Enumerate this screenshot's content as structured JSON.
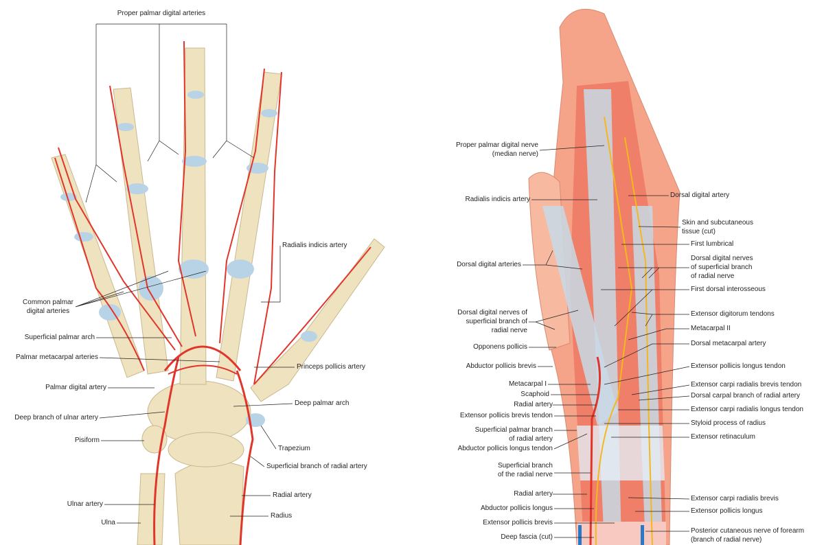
{
  "left_figure": {
    "labels": {
      "proper_palmar_digital_arteries": "Proper palmar digital arteries",
      "radialis_indicis_artery": "Radialis indicis artery",
      "common_palmar_digital_arteries_1": "Common palmar",
      "common_palmar_digital_arteries_2": "digital arteries",
      "superficial_palmar_arch": "Superficial palmar arch",
      "palmar_metacarpal_arteries": "Palmar metacarpal arteries",
      "princeps_pollicis_artery": "Princeps pollicis artery",
      "palmar_digital_artery": "Palmar digital artery",
      "deep_palmar_arch": "Deep palmar arch",
      "deep_branch_ulnar_artery": "Deep branch of ulnar artery",
      "pisiform": "Pisiform",
      "trapezium": "Trapezium",
      "superficial_branch_radial_artery": "Superficial branch of radial artery",
      "ulnar_artery": "Ulnar artery",
      "radial_artery": "Radial artery",
      "ulna": "Ulna",
      "radius": "Radius"
    }
  },
  "right_figure": {
    "labels": {
      "proper_palmar_digital_nerve_1": "Proper palmar digital nerve",
      "proper_palmar_digital_nerve_2": "(median nerve)",
      "radialis_indicis_artery": "Radialis indicis artery",
      "dorsal_digital_artery": "Dorsal digital artery",
      "skin_1": "Skin and subcutaneous",
      "skin_2": "tissue (cut)",
      "first_lumbrical": "First lumbrical",
      "dorsal_digital_arteries": "Dorsal digital arteries",
      "ddn_right_1": "Dorsal digital nerves",
      "ddn_right_2": "of superficial branch",
      "ddn_right_3": "of radial nerve",
      "first_dorsal_interosseous": "First dorsal interosseous",
      "ddn_left_1": "Dorsal digital nerves of",
      "ddn_left_2": "superficial branch of",
      "ddn_left_3": "radial nerve",
      "extensor_digitorum_tendons": "Extensor digitorum tendons",
      "metacarpal_ii": "Metacarpal II",
      "opponens_pollicis": "Opponens pollicis",
      "dorsal_metacarpal_artery": "Dorsal metacarpal artery",
      "abductor_pollicis_brevis": "Abductor pollicis brevis",
      "extensor_pollicis_longus_tendon": "Extensor pollicis longus tendon",
      "metacarpal_i": "Metacarpal I",
      "ecrb_tendon": "Extensor carpi radialis brevis tendon",
      "scaphoid": "Scaphoid",
      "dorsal_carpal_branch": "Dorsal carpal branch of radial artery",
      "radial_artery_1": "Radial artery",
      "ecrl_tendon": "Extensor carpi radialis longus tendon",
      "epb_tendon": "Extensor pollicis brevis tendon",
      "styloid_process": "Styloid process of radius",
      "spb_1": "Superficial palmar branch",
      "spb_2": "of radial artery",
      "extensor_retinaculum": "Extensor retinaculum",
      "apl_tendon": "Abductor pollicis longus tendon",
      "sbrn_1": "Superficial branch",
      "sbrn_2": "of the radial nerve",
      "radial_artery_2": "Radial artery",
      "ecrb": "Extensor carpi radialis brevis",
      "apl": "Abductor pollicis longus",
      "epl": "Extensor pollicis longus",
      "epb": "Extensor pollicis brevis",
      "deep_fascia": "Deep fascia (cut)",
      "pcn_1": "Posterior cutaneous nerve of forearm",
      "pcn_2": "(branch of radial nerve)"
    }
  },
  "colors": {
    "bone": "#efe2bf",
    "cartilage": "#b9d3e6",
    "artery": "#e2352a",
    "muscle": "#ef7f68",
    "skin": "#f7b9a0",
    "nerve": "#f2b81e",
    "tendon": "#c8d9e6",
    "vein": "#2a78c8"
  }
}
